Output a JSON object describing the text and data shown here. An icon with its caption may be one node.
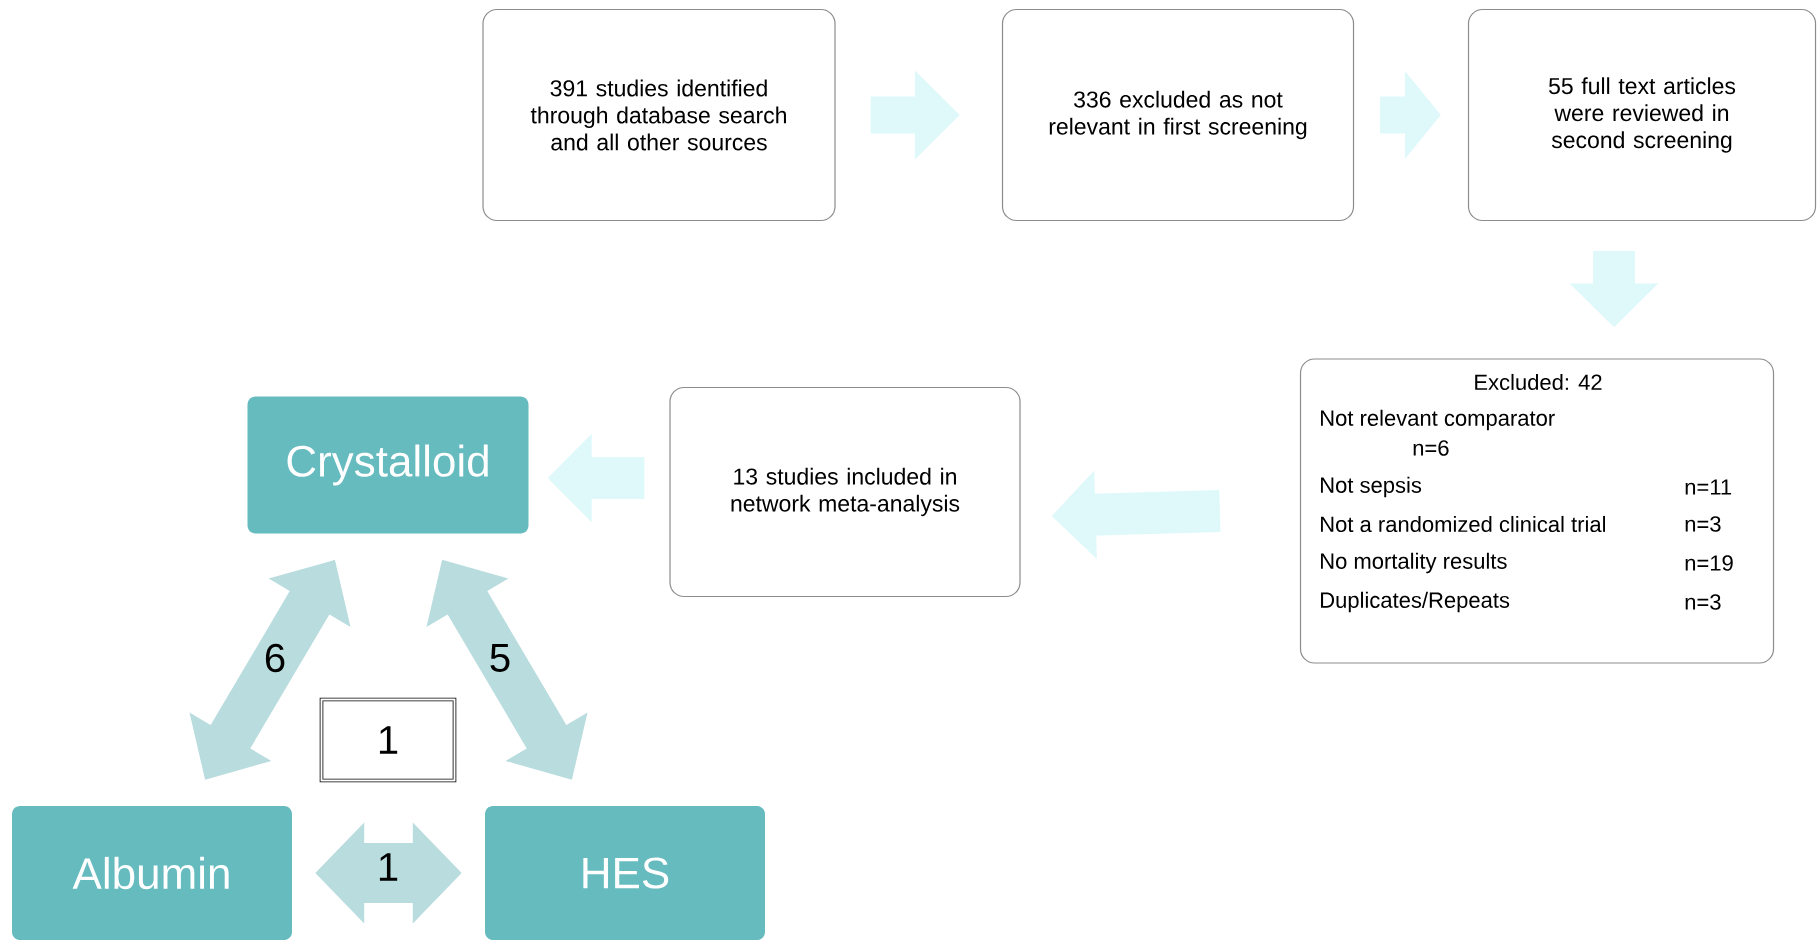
{
  "diagram": {
    "nodes": [
      {
        "text": [
          "391 studies identified through database search and all other sources"
        ]
      },
      {
        "text": [
          "336 excluded as not relevant in first screening"
        ]
      },
      {
        "text": [
          "55 full text articles were reviewed in second screening"
        ]
      },
      {
        "text": [
          "Excluded: 42",
          "Not relevant comparator",
          "n=6",
          "Not sepsis",
          "n=11",
          "Not a randomized clinical trial",
          "n=3",
          "No mortality results",
          "n=19",
          "Duplicates/Repeats",
          "n=3"
        ]
      },
      {
        "text": [
          "13 studies included in network meta-analysis"
        ]
      },
      {
        "text": [
          "Crystalloid"
        ]
      },
      {
        "text": [
          "1"
        ]
      },
      {
        "text": [
          "Albumin"
        ]
      },
      {
        "text": [
          "HES"
        ]
      }
    ],
    "edges": [
      {
        "from": 0,
        "to": 1,
        "arrow": "to"
      },
      {
        "from": 1,
        "to": 2,
        "arrow": "to"
      },
      {
        "from": 2,
        "to": 3,
        "arrow": "to"
      },
      {
        "from": 3,
        "to": 4,
        "arrow": "to"
      },
      {
        "from": 4,
        "to": 5,
        "arrow": "to"
      },
      {
        "from": 5,
        "to": 7,
        "arrow": "both",
        "label": "6",
        "color": "#b9dcde"
      },
      {
        "from": 5,
        "to": 8,
        "arrow": "both",
        "label": "5",
        "color": "#b9dcde"
      },
      {
        "from": 7,
        "to": 8,
        "arrow": "both",
        "label": "1",
        "color": "#b9dcde"
      }
    ]
  }
}
